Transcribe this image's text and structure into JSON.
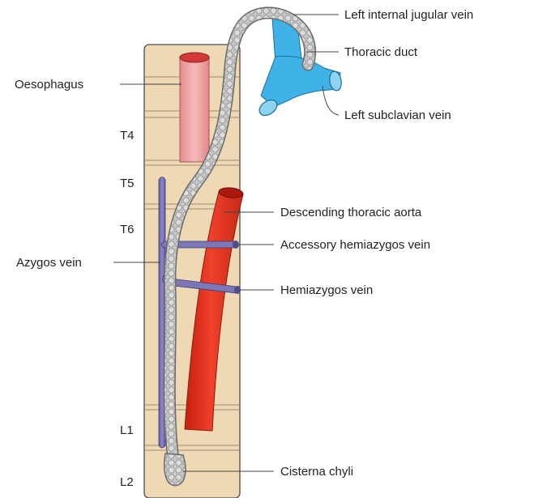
{
  "labels": {
    "left_internal_jugular_vein": "Left internal jugular vein",
    "thoracic_duct": "Thoracic duct",
    "left_subclavian_vein": "Left subclavian vein",
    "oesophagus": "Oesophagus",
    "descending_thoracic_aorta": "Descending thoracic aorta",
    "accessory_hemiazygos_vein": "Accessory hemiazygos vein",
    "azygos_vein": "Azygos vein",
    "hemiazygos_vein": "Hemiazygos vein",
    "cisterna_chyli": "Cisterna chyli"
  },
  "vertebral_levels": {
    "t4": "T4",
    "t5": "T5",
    "t6": "T6",
    "l1": "L1",
    "l2": "L2"
  },
  "colors": {
    "vertebral_column": "#efd9b4",
    "oesophagus": "#f2a3a3",
    "aorta": "#e8321e",
    "azygos_system": "#7b78b5",
    "subclavian_jugular": "#3fb2e8",
    "thoracic_duct": "#c8c8c8"
  }
}
